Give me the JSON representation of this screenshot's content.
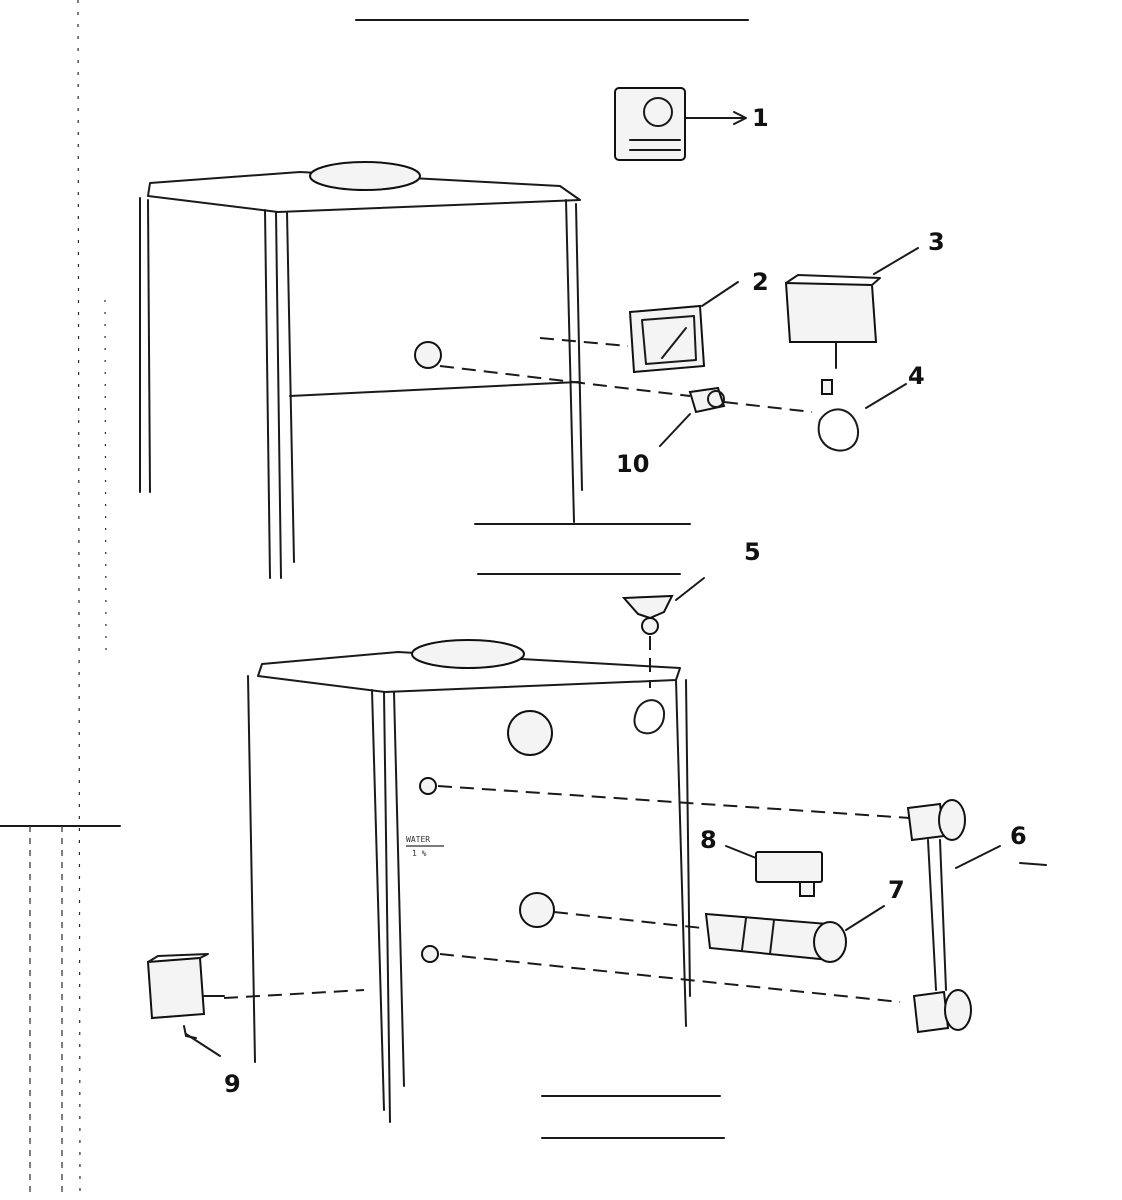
{
  "callouts": [
    {
      "id": "1",
      "label": "1"
    },
    {
      "id": "2",
      "label": "2"
    },
    {
      "id": "3",
      "label": "3"
    },
    {
      "id": "4",
      "label": "4"
    },
    {
      "id": "5",
      "label": "5"
    },
    {
      "id": "6",
      "label": "6"
    },
    {
      "id": "7",
      "label": "7"
    },
    {
      "id": "8",
      "label": "8"
    },
    {
      "id": "9",
      "label": "9"
    },
    {
      "id": "10",
      "label": "10"
    }
  ],
  "cabinet_label": {
    "line1": "WATER",
    "line2": "1 %"
  },
  "colors": {
    "line": "#1a1a1a",
    "background": "#ffffff"
  }
}
